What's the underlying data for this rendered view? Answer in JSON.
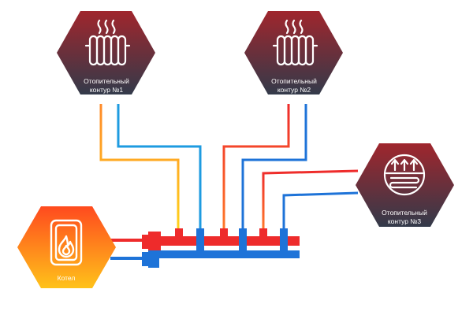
{
  "colors": {
    "hot": "#ee2b2b",
    "cold": "#1e73d8",
    "hex_top": "#a0262d",
    "hex_bottom": "#333a4a",
    "boiler_top": "#ff4a1e",
    "boiler_bottom": "#ffc21a"
  },
  "nodes": {
    "circuit1": {
      "line1": "Отопительный",
      "line2": "контур  №1",
      "icon": "radiator-icon"
    },
    "circuit2": {
      "line1": "Отопительный",
      "line2": "контур  №2",
      "icon": "radiator-icon"
    },
    "circuit3": {
      "line1": "Отопительный",
      "line2": "контур  №3",
      "icon": "floor-heating-icon"
    },
    "boiler": {
      "label": "Котел",
      "icon": "boiler-flame-icon"
    }
  }
}
